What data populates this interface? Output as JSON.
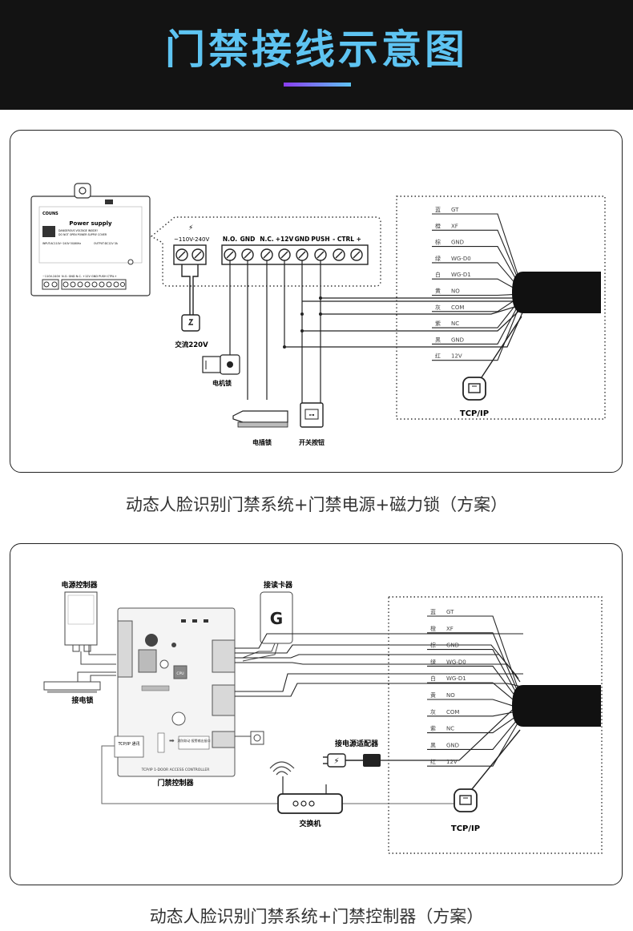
{
  "header": {
    "title": "门禁接线示意图"
  },
  "diagram1": {
    "caption": "动态人脸识别门禁系统+门禁电源+磁力锁（方案）",
    "power_supply": {
      "brand": "COUNS",
      "title": "Power supply",
      "line1": "DANGEROUS VOLTAGE INSIDE!",
      "line2": "DO NOT OPEN POWER SUPPLY COVER",
      "line3": "INPUT:AC110V~240V 50/60Hz",
      "line4": "OUTPUT:DC12V 3A",
      "bottom_left": "~110V-240V",
      "bottom_terms": "N.O.  GND  N.C.  +12V  GND  PUSH   CTRL+"
    },
    "ac_range": "~110V-240V",
    "terminal_labels": [
      "N.O.",
      "GND",
      "N.C.",
      "+12V",
      "GND",
      "PUSH",
      "- CTRL +"
    ],
    "ac_label": "交流220V",
    "motor_lock": "电机锁",
    "electric_bolt": "电插锁",
    "switch_button": "开关按钮",
    "tcpip": "TCP/IP"
  },
  "diagram2": {
    "caption": "动态人脸识别门禁系统+门禁控制器（方案）",
    "power_controller": "电源控制器",
    "card_reader": "接读卡器",
    "electric_lock": "接电锁",
    "controller_label": "门禁控制器",
    "controller_board_text": "TCP/IP 1-DOOR ACCESS CONTROLLER",
    "tcpip_comm": "TCP/IP 通讯",
    "fire_alarm": "消防联动 报警输出接口",
    "cpu": "CPU",
    "adapter": "接电源适配器",
    "switch": "交换机",
    "tcpip": "TCP/IP"
  },
  "wire_rows": [
    {
      "color_name": "蓝",
      "signal": "GT"
    },
    {
      "color_name": "橙",
      "signal": "XF"
    },
    {
      "color_name": "棕",
      "signal": "GND"
    },
    {
      "color_name": "绿",
      "signal": "WG-D0"
    },
    {
      "color_name": "白",
      "signal": "WG-D1"
    },
    {
      "color_name": "黄",
      "signal": "NO"
    },
    {
      "color_name": "灰",
      "signal": "COM"
    },
    {
      "color_name": "紫",
      "signal": "NC"
    },
    {
      "color_name": "黑",
      "signal": "GND"
    },
    {
      "color_name": "红",
      "signal": "12V"
    }
  ]
}
